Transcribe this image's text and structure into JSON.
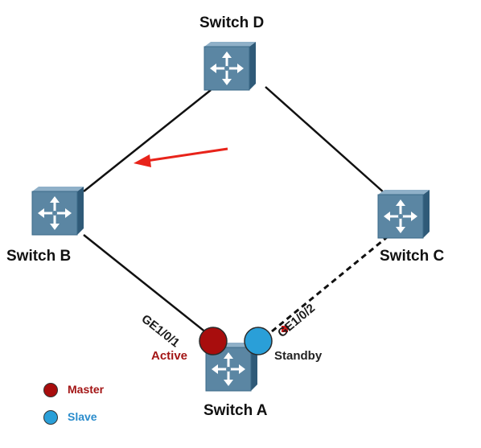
{
  "switches": {
    "d": {
      "label": "Switch D"
    },
    "b": {
      "label": "Switch B"
    },
    "c": {
      "label": "Switch C"
    },
    "a": {
      "label": "Switch A"
    }
  },
  "ports": {
    "active_port": "GE1/0/1",
    "standby_port": "GE1/0/2"
  },
  "states": {
    "active": "Active",
    "standby": "Standby"
  },
  "legend": {
    "master": {
      "label": "Master",
      "color": "#a80d0d"
    },
    "slave": {
      "label": "Slave",
      "color": "#2a9fd8"
    }
  },
  "colors": {
    "switch_face": "#5b86a3",
    "switch_side": "#2f5a78",
    "link": "#111111",
    "arrow": "#e8231a",
    "active_label": "#a31515"
  },
  "icons": {
    "switch": "switch-icon",
    "arrow": "red-arrow-icon"
  }
}
